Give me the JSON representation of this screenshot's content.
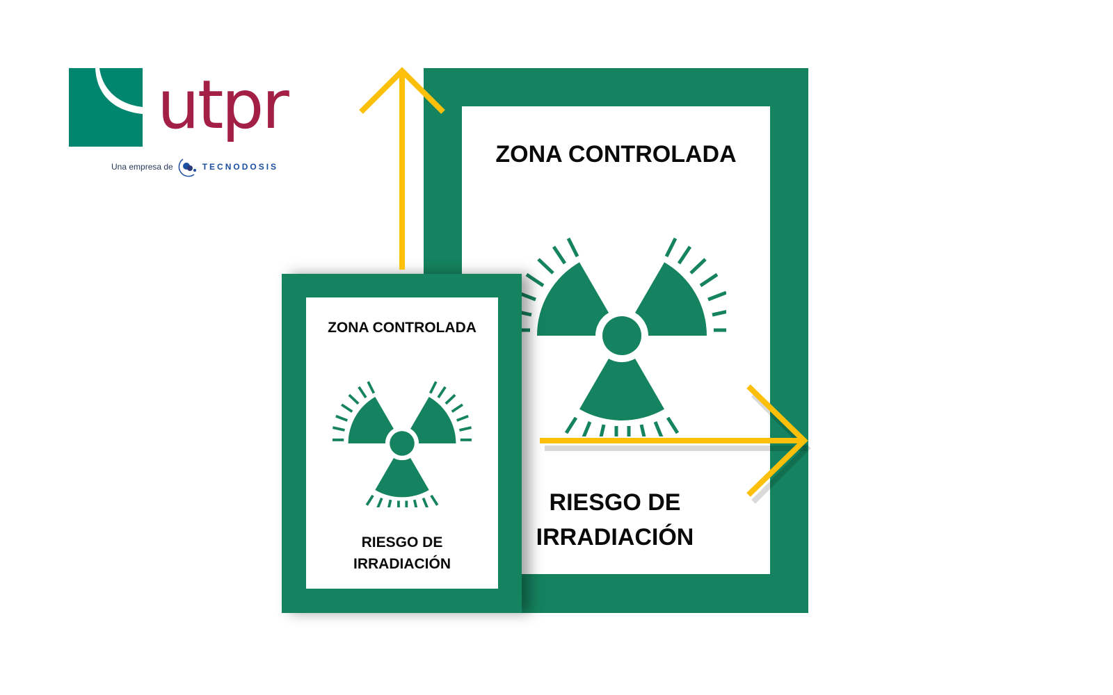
{
  "logo": {
    "brand": "utpr",
    "tagline_prefix": "Una empresa de",
    "partner": "TECNODOSIS",
    "colors": {
      "square": "#00866f",
      "brand_text": "#a31f45",
      "partner_text": "#1b4fa0"
    }
  },
  "signs": {
    "large": {
      "title": "ZONA CONTROLADA",
      "footer_line1": "RIESGO DE",
      "footer_line2": "IRRADIACIÓN",
      "icon": "radiation-trefoil-icon"
    },
    "small": {
      "title": "ZONA CONTROLADA",
      "footer_line1": "RIESGO DE",
      "footer_line2": "IRRADIACIÓN",
      "icon": "radiation-trefoil-icon"
    }
  },
  "arrows": [
    {
      "direction": "up",
      "meaning": "sign height"
    },
    {
      "direction": "right",
      "meaning": "sign width"
    }
  ],
  "colors": {
    "sign_green": "#15835f",
    "arrow_yellow": "#fcbf0a",
    "background": "#ffffff"
  }
}
